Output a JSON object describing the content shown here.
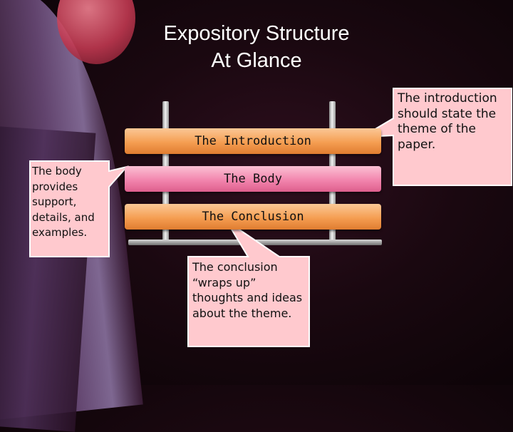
{
  "slide": {
    "title_line1": "Expository Structure",
    "title_line2": "At Glance"
  },
  "diagram": {
    "bars": [
      {
        "label": "The Introduction",
        "color": "#f59e52"
      },
      {
        "label": "The Body",
        "color": "#f285ad"
      },
      {
        "label": "The Conclusion",
        "color": "#f59e52"
      }
    ]
  },
  "callouts": {
    "introduction": "The introduction should state the theme of the paper.",
    "body": "The body provides support, details, and examples.",
    "conclusion": "The conclusion “wraps up” thoughts and ideas about the theme."
  },
  "colors": {
    "callout_fill": "#ffc9ce",
    "callout_border": "#ffffff"
  }
}
